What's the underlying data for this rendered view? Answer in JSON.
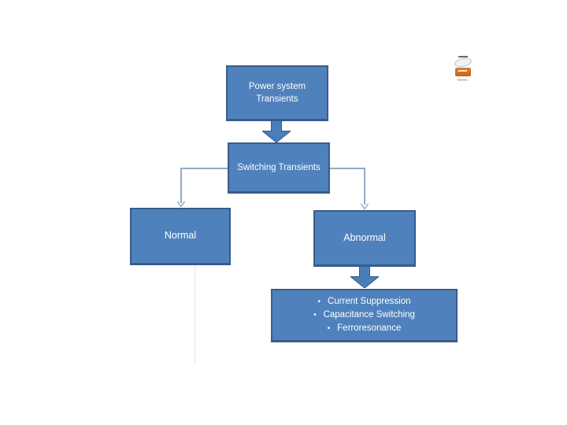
{
  "page": {
    "kind": "presentation-slide-flowchart",
    "background": "#ffffff"
  },
  "watermark": {
    "caption": "www."
  },
  "colors": {
    "box_fill": "#4f81bd",
    "box_border": "#385d8a",
    "arrow_fill": "#4a7ebb",
    "arrow_border": "#38598c",
    "connector": "#94aacc",
    "text": "#ffffff",
    "logo_orange": "#e07b28",
    "caption": "#8a8a8a",
    "stray": "rgba(195,200,215,0.45)"
  },
  "nodes": {
    "power": {
      "label": "Power system\nTransients"
    },
    "switching": {
      "label": "Switching Transients"
    },
    "normal": {
      "label": "Normal"
    },
    "abnormal": {
      "label": "Abnormal"
    },
    "causes": {
      "bullet": "•",
      "items": [
        "Current Suppression",
        "Capacitance Switching",
        "Ferroresonance"
      ]
    }
  },
  "edges": [
    {
      "from": "power",
      "to": "switching",
      "style": "block-arrow"
    },
    {
      "from": "switching",
      "to": "normal",
      "style": "elbow-connector"
    },
    {
      "from": "switching",
      "to": "abnormal",
      "style": "elbow-connector"
    },
    {
      "from": "abnormal",
      "to": "causes",
      "style": "block-arrow"
    }
  ]
}
